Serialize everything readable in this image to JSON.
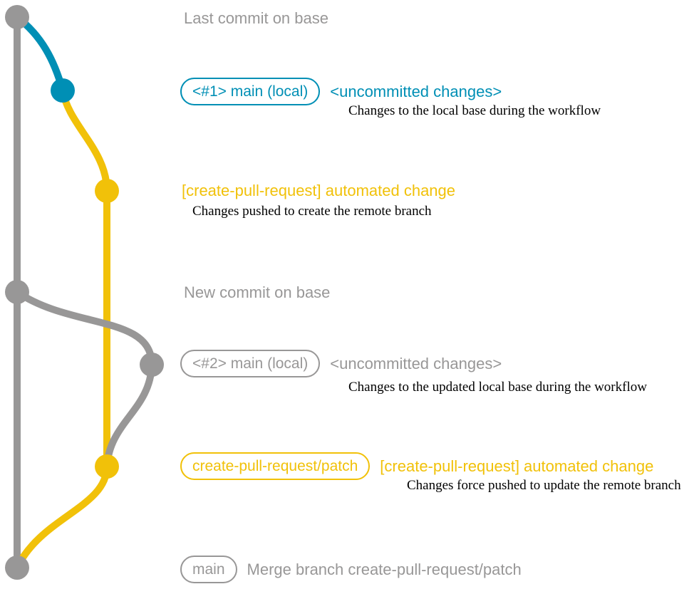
{
  "colors": {
    "base_gray": "#989797",
    "local_blue": "#008fb5",
    "patch_yellow": "#f1c109",
    "note_black": "#000000",
    "background": "#ffffff"
  },
  "annotations": {
    "last_commit": {
      "message": "Last commit on base"
    },
    "uncommitted_1": {
      "badge": "<#1> main (local)",
      "message": "<uncommitted changes>",
      "note": "Changes to the local base during the workflow"
    },
    "automated_1": {
      "message": "[create-pull-request] automated change",
      "note": "Changes pushed to create the remote branch"
    },
    "new_commit": {
      "message": "New commit on base"
    },
    "uncommitted_2": {
      "badge": "<#2> main (local)",
      "message": "<uncommitted changes>",
      "note": "Changes to the updated local base during the workflow"
    },
    "automated_2": {
      "badge": "create-pull-request/patch",
      "message": "[create-pull-request] automated change",
      "note": "Changes force pushed to update the remote branch"
    },
    "merge": {
      "badge": "main",
      "message": "Merge branch create-pull-request/patch"
    }
  }
}
